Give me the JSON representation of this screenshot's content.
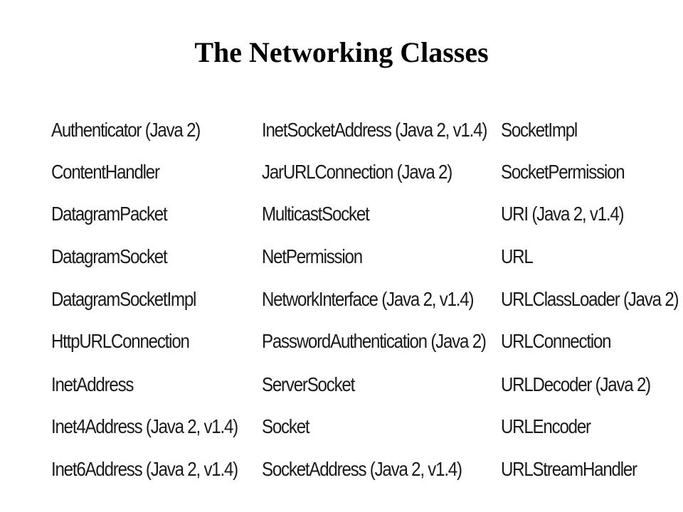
{
  "page": {
    "title": "The Networking Classes"
  },
  "colors": {
    "background": "#ffffff",
    "text": "#1a1a1a",
    "title": "#000000"
  },
  "classes": {
    "column_1": [
      "Authenticator (Java 2)",
      "ContentHandler",
      "DatagramPacket",
      "DatagramSocket",
      "DatagramSocketImpl",
      "HttpURLConnection",
      "InetAddress",
      "Inet4Address (Java 2, v1.4)",
      "Inet6Address (Java 2, v1.4)"
    ],
    "column_2": [
      "InetSocketAddress (Java 2, v1.4)",
      "JarURLConnection (Java 2)",
      "MulticastSocket",
      "NetPermission",
      "NetworkInterface (Java 2, v1.4)",
      "PasswordAuthentication (Java 2)",
      "ServerSocket",
      "Socket",
      "SocketAddress (Java 2, v1.4)"
    ],
    "column_3": [
      "SocketImpl",
      "SocketPermission",
      "URI (Java 2, v1.4)",
      "URL",
      "URLClassLoader (Java 2)",
      "URLConnection",
      "URLDecoder (Java 2)",
      "URLEncoder",
      "URLStreamHandler"
    ]
  }
}
